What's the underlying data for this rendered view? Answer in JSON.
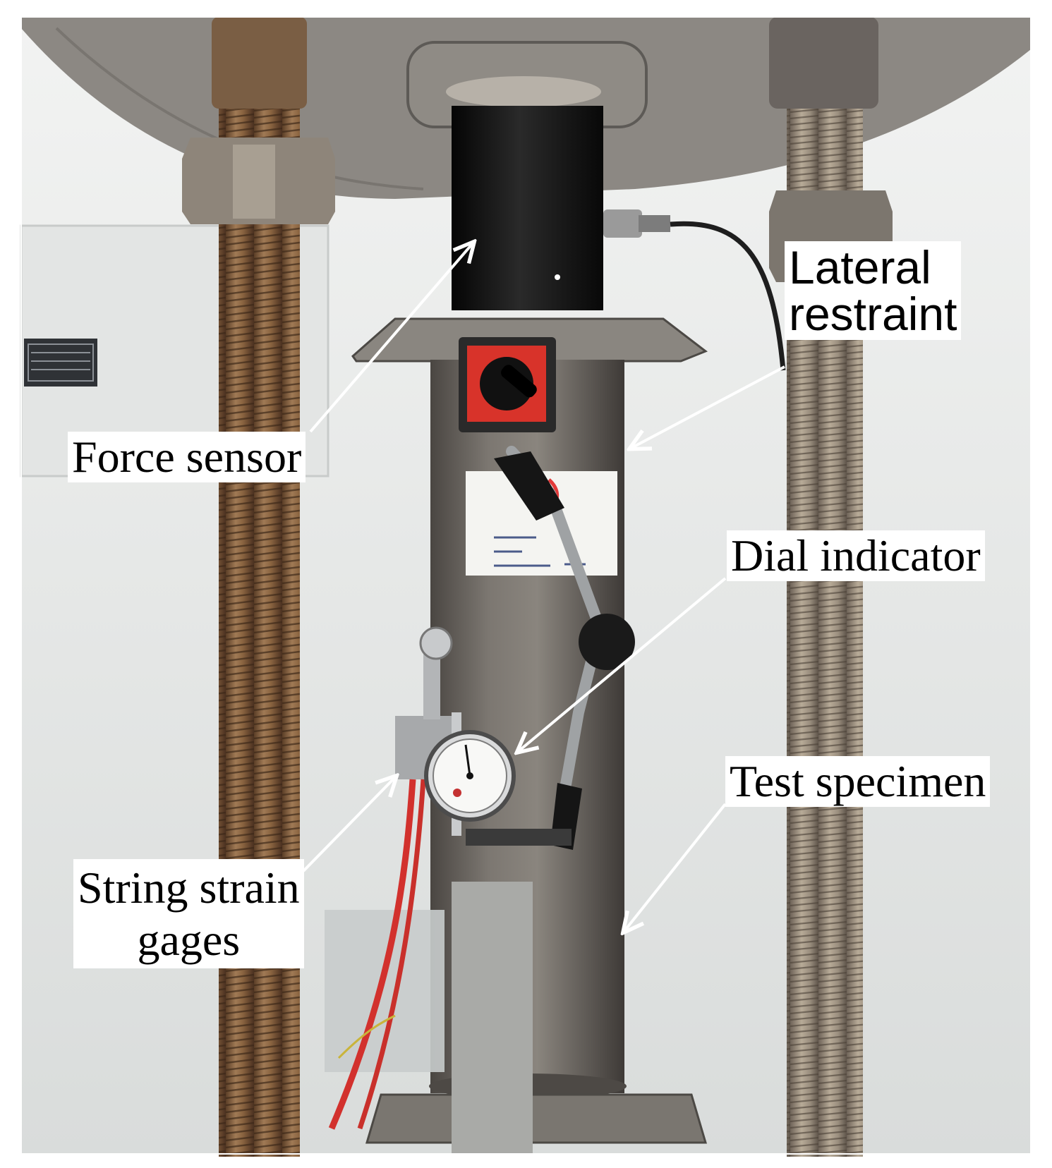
{
  "labels": {
    "force_sensor": "Force sensor",
    "lateral_restraint": [
      "Lateral",
      "restraint"
    ],
    "dial_indicator": "Dial indicator",
    "test_specimen": "Test specimen",
    "string_strain_gages": [
      "String strain",
      "gages"
    ]
  },
  "colors": {
    "background_wall": "#e6e9e8",
    "steel_plate": "#8d8a85",
    "threaded_rod": "#8a6a4a",
    "sensor_black": "#141414",
    "magnet_base_red": "#d8332a",
    "specimen_steel": "#6f6b66",
    "arrow": "#ffffff"
  },
  "icons": [
    "arrow-icon",
    "dial-gauge-icon",
    "magnetic-base-icon"
  ]
}
